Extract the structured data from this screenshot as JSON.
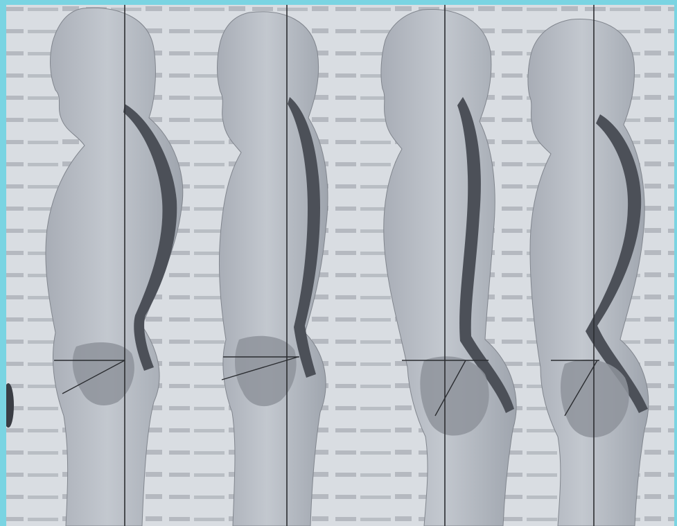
{
  "image": {
    "kind": "scanned book illustration",
    "panels": [
      {
        "label": "figure-1"
      },
      {
        "label": "figure-2"
      },
      {
        "label": "figure-3"
      },
      {
        "label": "figure-4"
      }
    ]
  },
  "colors": {
    "paper": "#d9dde2",
    "body_fill": "#b9bec6",
    "body_shade": "#9ea4ae",
    "spine": "#4c5058",
    "spine_dark": "#383b42",
    "plumb_line": "#2a2c30",
    "pelvis": "#8e939b",
    "text_noise": "#6e737a",
    "frame_edge": "#7ad4e2"
  }
}
